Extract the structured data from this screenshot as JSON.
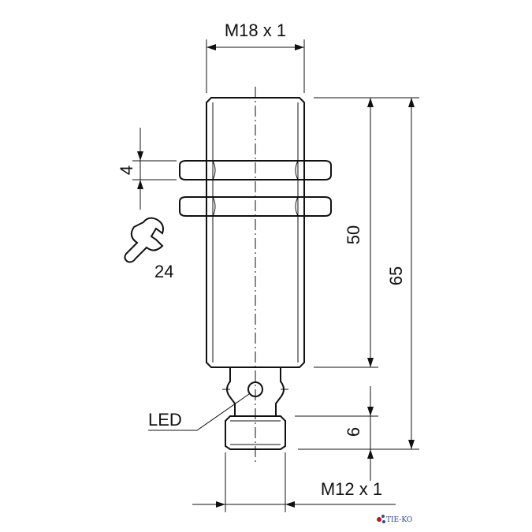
{
  "drawing": {
    "dimensions": {
      "top_thread": "M18 x 1",
      "bottom_thread": "M12 x 1",
      "nut_thickness": "4",
      "wrench_size": "24",
      "body_length": "50",
      "total_length": "65",
      "connector_length": "6"
    },
    "callouts": {
      "led": "LED"
    },
    "watermark": {
      "text": "TIE-KO"
    },
    "icons": {
      "wrench": "wrench-icon",
      "logo": "tie-ko-logo"
    }
  }
}
